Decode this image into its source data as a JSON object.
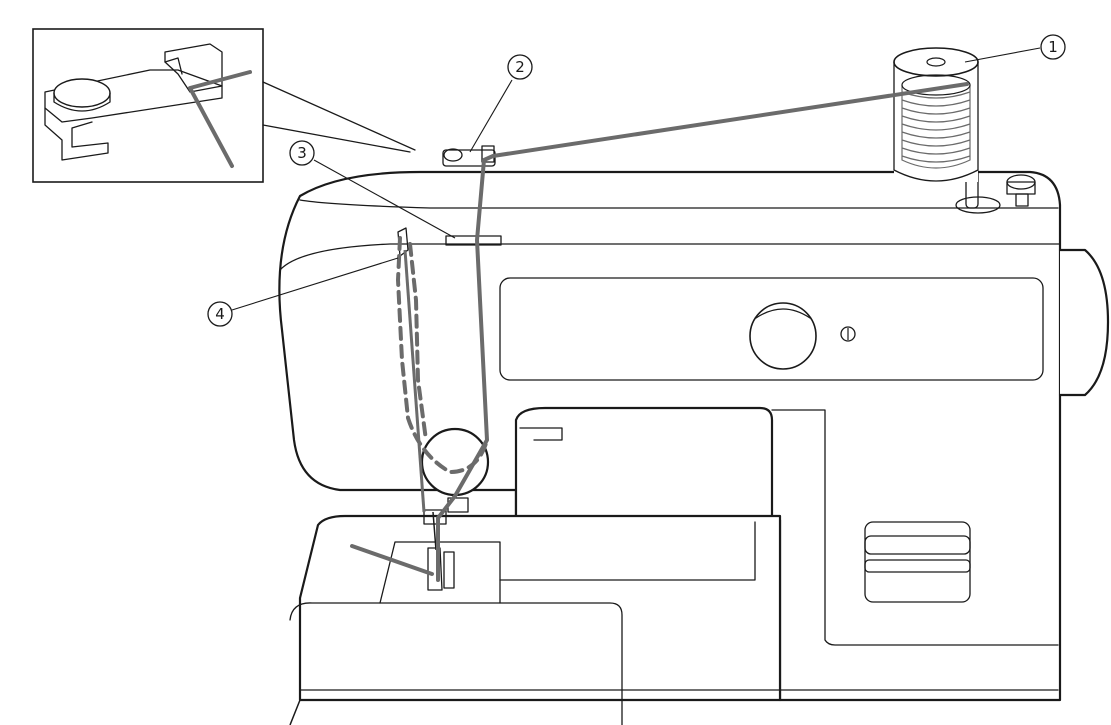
{
  "callouts": [
    {
      "id": "1",
      "text": "1"
    },
    {
      "id": "2",
      "text": "2"
    },
    {
      "id": "3",
      "text": "3"
    },
    {
      "id": "4",
      "text": "4"
    }
  ],
  "colors": {
    "line": "#1a1a1a",
    "thread": "#6b6b6b",
    "background": "#ffffff"
  }
}
